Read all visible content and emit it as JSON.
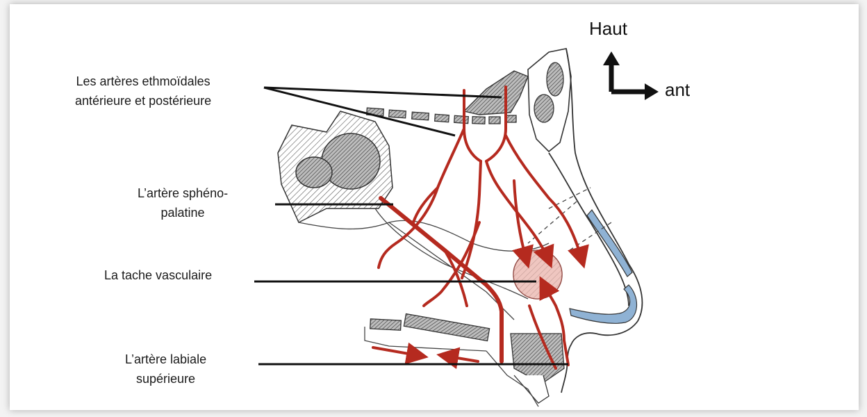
{
  "labels": {
    "ethmoid_line1": "Les artères ethmoïdales",
    "ethmoid_line2": "antérieure et postérieure",
    "spheno_line1": "L’artère sphéno-",
    "spheno_line2": "palatine",
    "tache": "La tache vasculaire",
    "labiale_line1": "L’artère labiale",
    "labiale_line2": "supérieure"
  },
  "orientation": {
    "up": "Haut",
    "forward": "ant"
  },
  "colors": {
    "artery": "#b52a1f",
    "cartilage": "#8fb2d4",
    "vascular_spot": "#e9b3ab",
    "line": "#111111"
  }
}
